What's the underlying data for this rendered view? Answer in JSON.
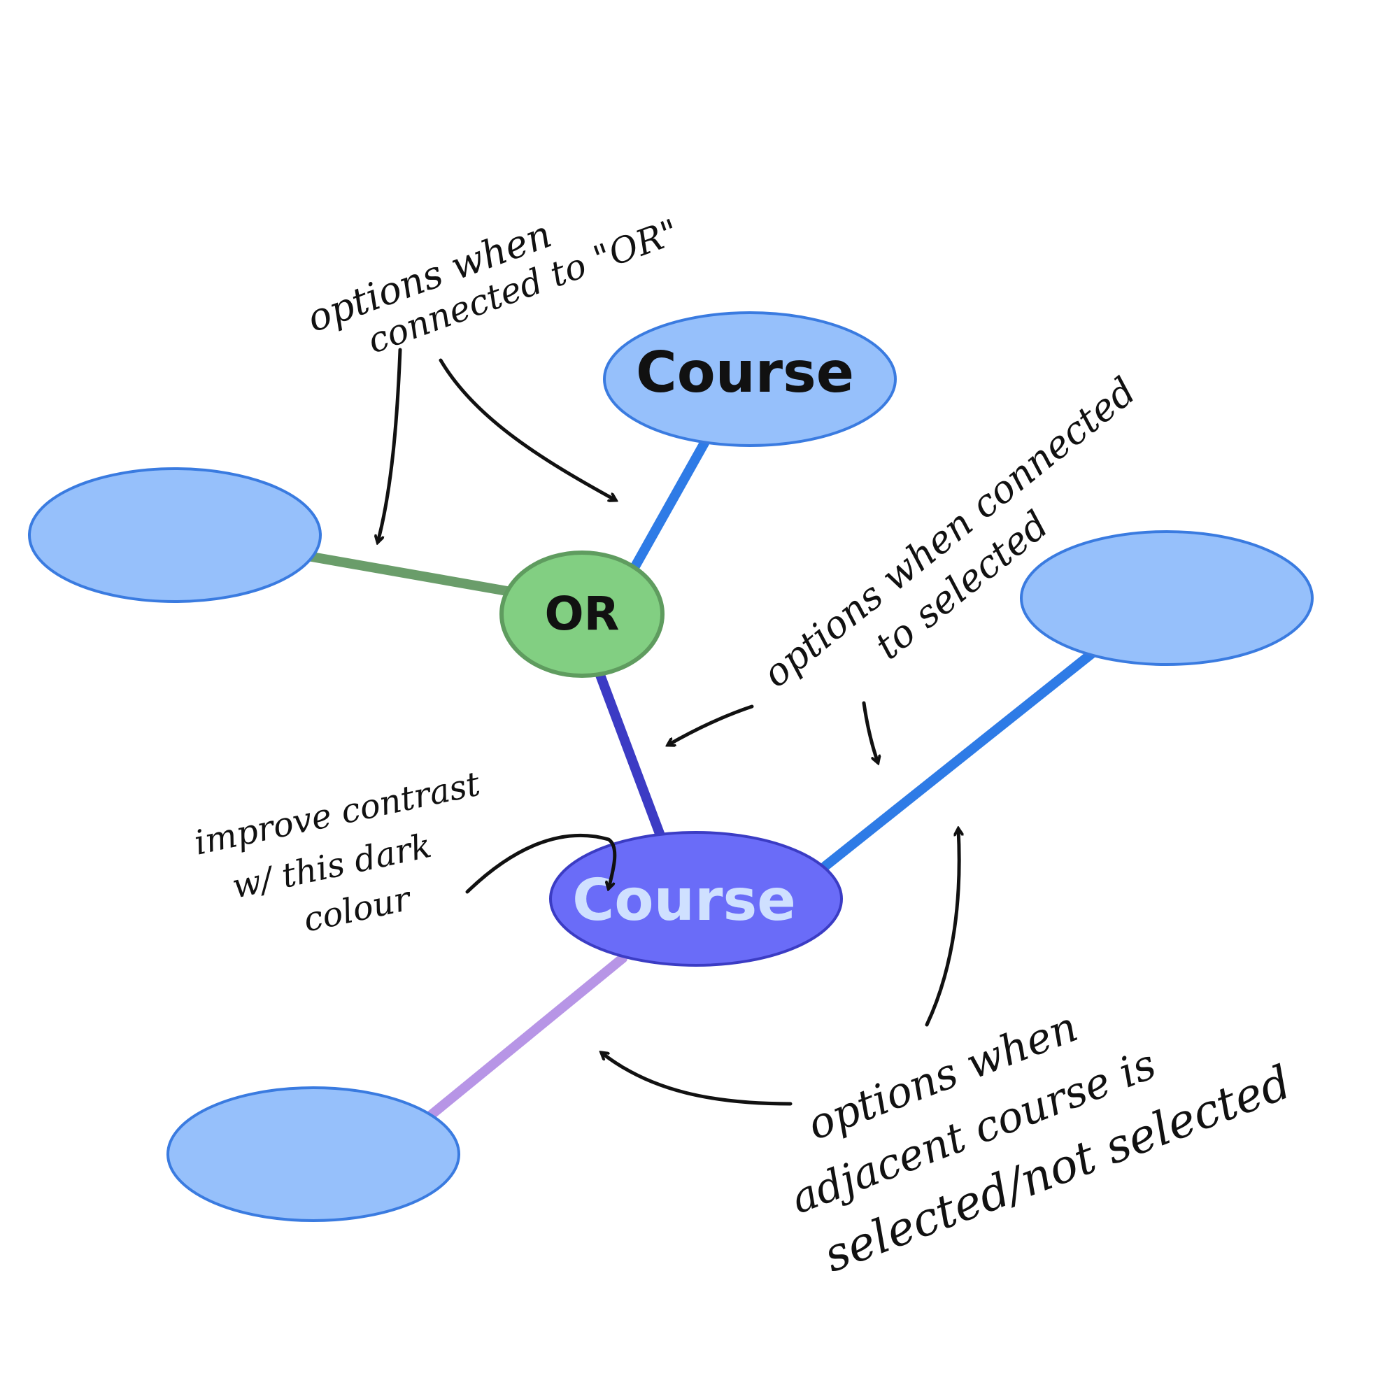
{
  "colors": {
    "course_fill": "#96c0fb",
    "course_stroke": "#3a7be0",
    "selected_fill": "#6a6cf8",
    "selected_stroke": "#3b3cc4",
    "selected_text": "#cfe0ff",
    "or_fill": "#82cf82",
    "or_stroke": "#5f9c5f",
    "edge_blue": "#2e7be6",
    "edge_green": "#6a9d6a",
    "edge_indigo": "#3c3bc4",
    "edge_lilac": "#b795e6",
    "ink": "#111111"
  },
  "nodes": {
    "course_top": {
      "label": "Course"
    },
    "left_empty": {
      "label": ""
    },
    "or_node": {
      "label": "OR"
    },
    "right_empty": {
      "label": ""
    },
    "course_selected": {
      "label": "Course"
    },
    "bottom_empty": {
      "label": ""
    }
  },
  "annotations": {
    "or_note": {
      "lines": [
        "options when",
        "connected to \"OR\""
      ]
    },
    "selected_note": {
      "lines": [
        "options when connected",
        "to selected"
      ]
    },
    "contrast_note": {
      "lines": [
        "improve contrast",
        "w/ this dark",
        "colour"
      ]
    },
    "adjacent_note": {
      "lines": [
        "options when",
        "adjacent course is",
        "selected/not selected"
      ]
    }
  }
}
